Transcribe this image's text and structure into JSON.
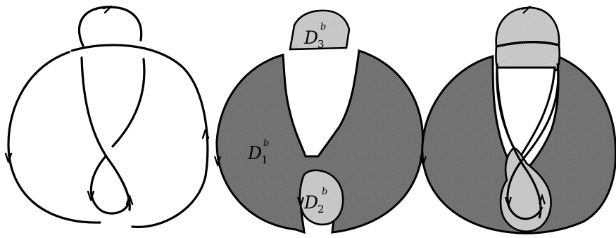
{
  "figure": {
    "labels": {
      "d1": {
        "letter": "D",
        "sub": "1",
        "sup": "b"
      },
      "d2": {
        "letter": "D",
        "sub": "2",
        "sup": "b"
      },
      "d3": {
        "letter": "D",
        "sub": "3",
        "sup": "b"
      }
    },
    "colors": {
      "stroke": "#000000",
      "dark_fill": "#7a7a7a",
      "light_fill": "#cfcfcf",
      "background": "#ffffff"
    }
  }
}
